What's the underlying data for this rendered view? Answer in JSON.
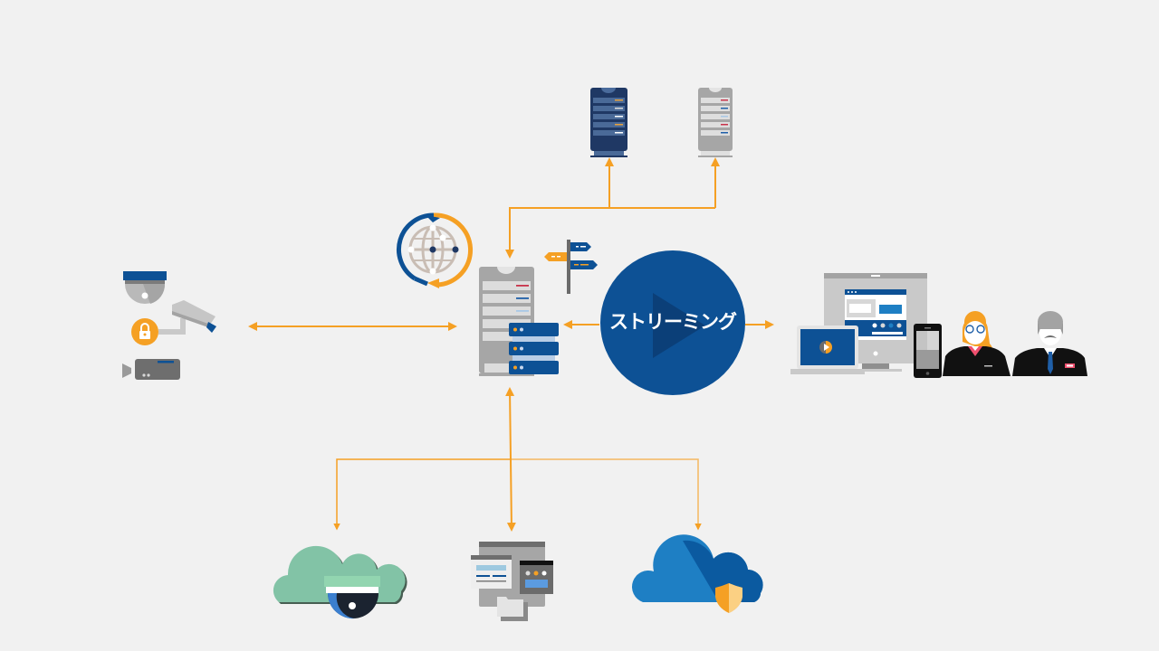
{
  "diagram": {
    "title": "",
    "center_label": "ストリーミング",
    "colors": {
      "background": "#f1f1f1",
      "arrow": "#f5a024",
      "primary_blue": "#0d5195",
      "dark_navy": "#1f3864",
      "server_gray": "#a6a6a6",
      "cloud_green": "#82c3a6",
      "cloud_blue": "#1e7fc4"
    },
    "nodes": [
      {
        "id": "storage-server-dark",
        "icon": "server-tower-icon",
        "role": "top-left server"
      },
      {
        "id": "storage-server-light",
        "icon": "server-tower-icon",
        "role": "top-right server"
      },
      {
        "id": "global-sync",
        "icon": "globe-sync-icon",
        "role": "network sync"
      },
      {
        "id": "routing",
        "icon": "signpost-icon",
        "role": "routing"
      },
      {
        "id": "central-server",
        "icon": "server-stack-icon",
        "role": "central media server"
      },
      {
        "id": "streaming",
        "icon": "play-icon",
        "role": "streaming hub"
      },
      {
        "id": "cameras",
        "icon": "security-camera-icon",
        "role": "camera sources"
      },
      {
        "id": "viewers",
        "icon": "devices-and-users-icon",
        "role": "viewer devices and users"
      },
      {
        "id": "cloud-surveillance",
        "icon": "cloud-camera-icon",
        "role": "cloud surveillance"
      },
      {
        "id": "applications",
        "icon": "app-windows-icon",
        "role": "applications"
      },
      {
        "id": "secure-cloud",
        "icon": "cloud-shield-icon",
        "role": "secure cloud"
      }
    ],
    "edges": [
      {
        "from": "central-server",
        "to": "storage-server-dark",
        "direction": "bidirectional"
      },
      {
        "from": "central-server",
        "to": "storage-server-light",
        "direction": "bidirectional"
      },
      {
        "from": "cameras",
        "to": "central-server",
        "direction": "bidirectional"
      },
      {
        "from": "streaming",
        "to": "central-server",
        "direction": "forward"
      },
      {
        "from": "streaming",
        "to": "viewers",
        "direction": "forward"
      },
      {
        "from": "central-server",
        "to": "cloud-surveillance",
        "direction": "forward"
      },
      {
        "from": "central-server",
        "to": "applications",
        "direction": "bidirectional"
      },
      {
        "from": "central-server",
        "to": "secure-cloud",
        "direction": "forward"
      }
    ]
  }
}
